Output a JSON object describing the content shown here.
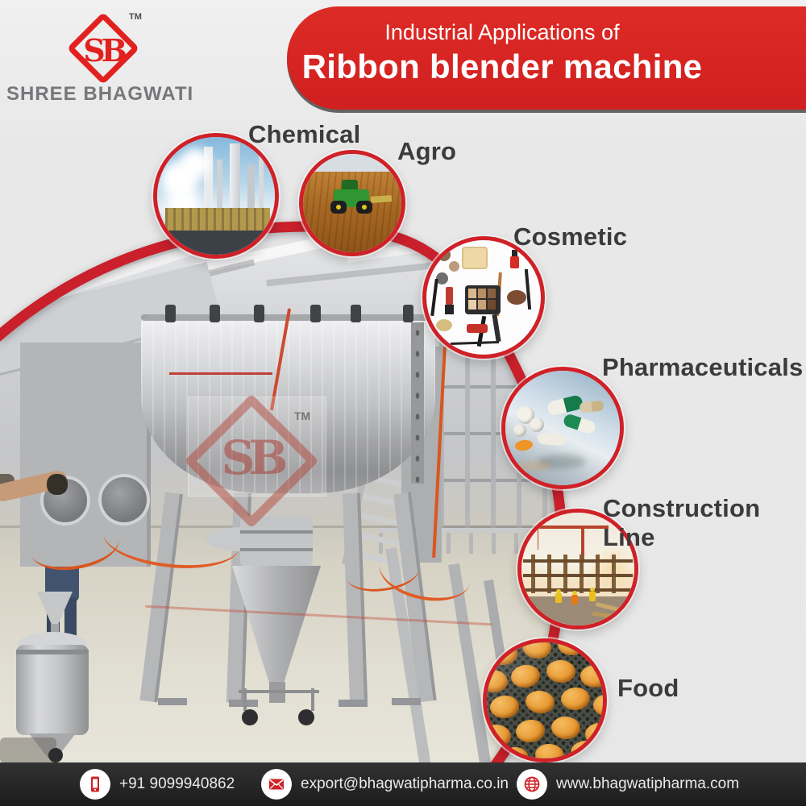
{
  "brand": {
    "monogram": "SB",
    "trademark": "TM",
    "name": "SHREE BHAGWATI"
  },
  "banner": {
    "line1": "Industrial Applications of",
    "line2": "Ribbon blender machine"
  },
  "applications": [
    {
      "label": "Chemical",
      "image": "chemical-plant-photo"
    },
    {
      "label": "Agro",
      "image": "tractor-field-photo"
    },
    {
      "label": "Cosmetic",
      "image": "cosmetics-flatlay-photo"
    },
    {
      "label": "Pharmaceuticals",
      "image": "pills-capsules-photo"
    },
    {
      "label": "Construction Line",
      "image": "construction-site-photo"
    },
    {
      "label": "Food",
      "image": "cookies-conveyor-photo"
    }
  ],
  "machine_photo": {
    "subject": "ribbon-blender-machine-photo",
    "watermark_monogram": "SB",
    "watermark_trademark": "TM"
  },
  "footer": {
    "items": [
      {
        "icon": "phone-icon",
        "text": "+91 9099940862"
      },
      {
        "icon": "email-icon",
        "text": "export@bhagwatipharma.co.in"
      },
      {
        "icon": "globe-icon",
        "text": "www.bhagwatipharma.com"
      }
    ]
  },
  "colors": {
    "accent_red": "#cf2127",
    "banner_red": "#d92722",
    "ring_red": "#c9202c",
    "page_bg": "#e7e7e7",
    "footer_bg": "#242424",
    "label_text": "#3b3b3b",
    "brand_gray": "#75777a"
  }
}
